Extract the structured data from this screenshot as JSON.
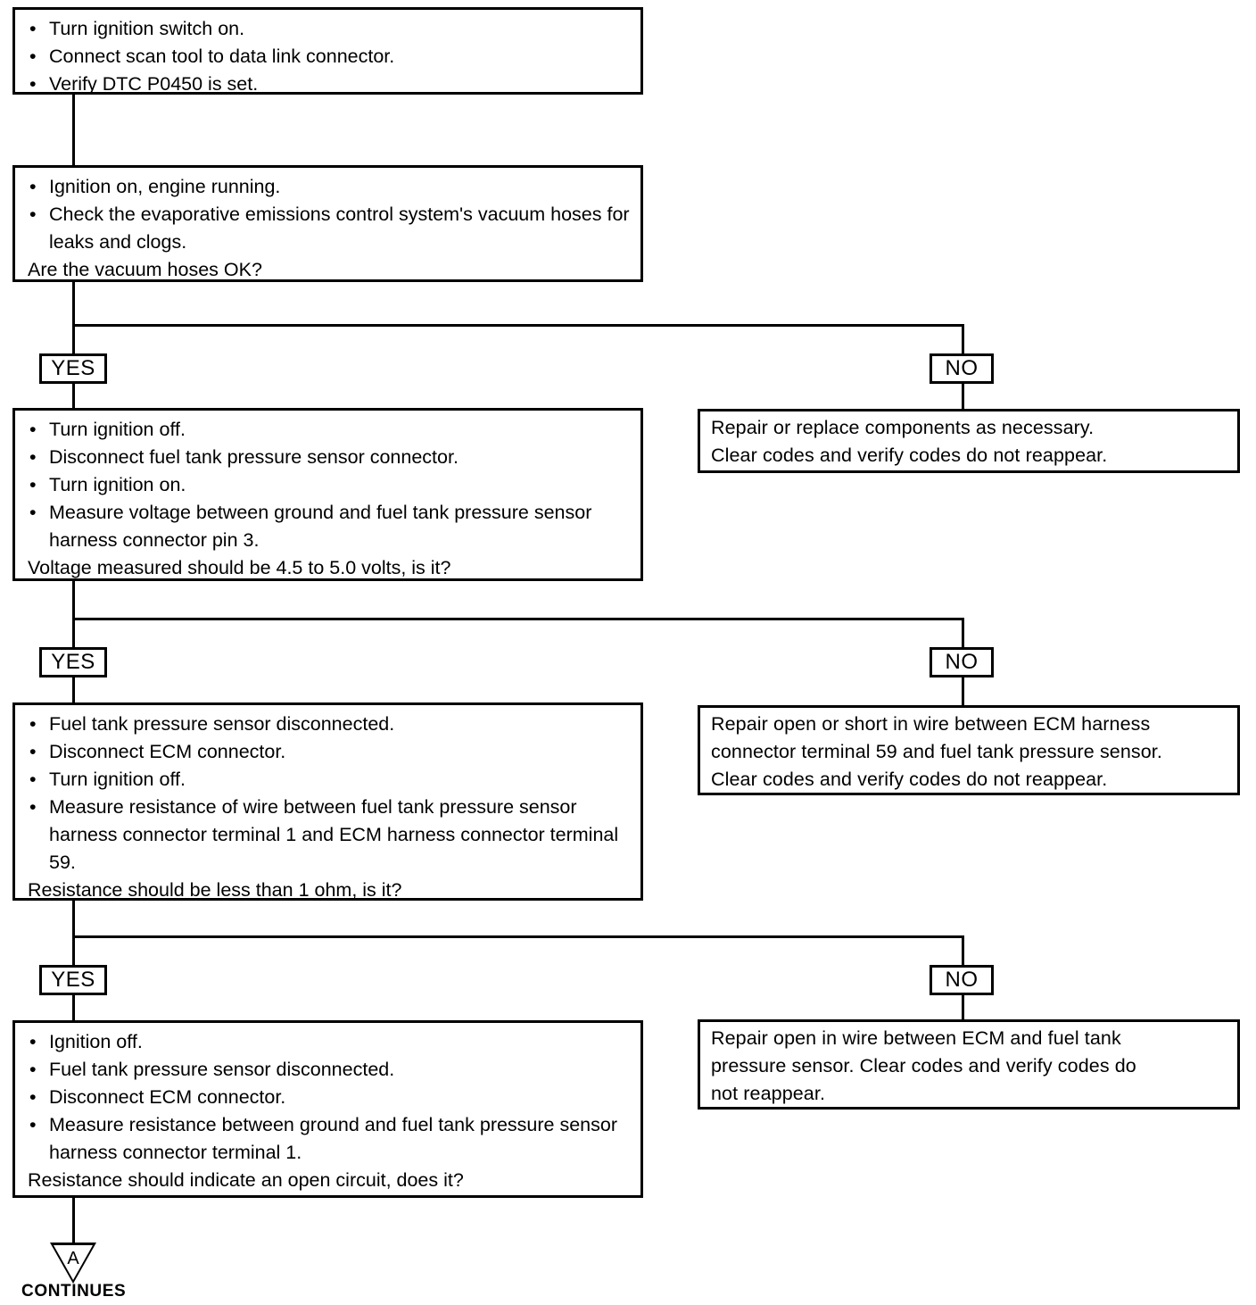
{
  "document": {
    "type": "diagnostic-flowchart",
    "title": "DTC P0450 Fuel Tank Pressure Sensor Diagnostic Flow"
  },
  "boxes": {
    "step1": {
      "bullets": [
        "Turn ignition switch on.",
        "Connect scan tool to data link connector.",
        "Verify DTC P0450 is set."
      ]
    },
    "step2": {
      "bullets": [
        "Ignition on, engine running.",
        "Check the evaporative emissions control system's vacuum hoses for leaks and clogs."
      ],
      "question": "Are the vacuum hoses OK?"
    },
    "step3": {
      "bullets": [
        "Turn ignition off.",
        "Disconnect fuel tank pressure sensor connector.",
        "Turn ignition on.",
        "Measure voltage between ground and fuel tank pressure sensor harness connector pin 3."
      ],
      "question": "Voltage measured should be 4.5 to 5.0 volts, is it?"
    },
    "step4": {
      "bullets": [
        "Fuel tank pressure sensor disconnected.",
        "Disconnect ECM connector.",
        "Turn ignition off.",
        "Measure resistance of wire between fuel tank pressure sensor harness connector terminal 1 and ECM harness connector terminal 59."
      ],
      "question": "Resistance should be less than 1 ohm, is it?"
    },
    "step5": {
      "bullets": [
        "Ignition off.",
        "Fuel tank pressure sensor disconnected.",
        "Disconnect ECM connector.",
        "Measure resistance between ground and fuel tank pressure sensor harness connector terminal 1."
      ],
      "question": "Resistance should indicate an open circuit, does it?"
    },
    "result1": {
      "lines": [
        "Repair or replace components as necessary.",
        "Clear codes and verify codes do not reappear."
      ]
    },
    "result2": {
      "lines": [
        "Repair open or short in wire between ECM harness",
        "connector terminal 59 and fuel tank pressure sensor.",
        "Clear codes and verify codes do not reappear."
      ]
    },
    "result3": {
      "lines": [
        "Repair open in wire between ECM and fuel tank",
        "pressure sensor. Clear codes and verify codes do",
        "not reappear."
      ]
    }
  },
  "branches": {
    "yes1": "YES",
    "no1": "NO",
    "yes2": "YES",
    "no2": "NO",
    "yes3": "YES",
    "no3": "NO"
  },
  "connector": {
    "label": "A",
    "continues": "CONTINUES"
  },
  "colors": {
    "ink": "#000000",
    "paper": "#ffffff"
  },
  "bullet_glyph": "•"
}
